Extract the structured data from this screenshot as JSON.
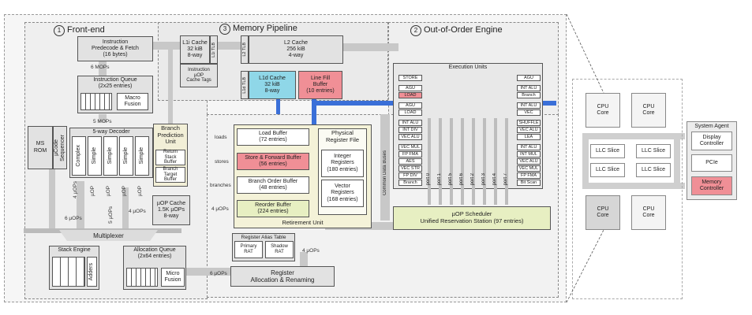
{
  "frontend": {
    "title": "Front-end",
    "num": "1",
    "predecode": "Instruction\nPredecode & Fetch\n(16 bytes)",
    "mops6": "6 MOPs",
    "iq": "Instruction Queue\n(2x25 entries)",
    "macro": "Macro\nFusion",
    "mops5": "5 MOPs",
    "decoder": "5-way Decoder",
    "complex": "Complex",
    "simple": "Simple",
    "ms_rom": "MS\nROM",
    "ucode": "µCode\nSequencer",
    "uop": "µOP",
    "uops_a": "4 µOPs",
    "uops_b": "5 µOPs",
    "uops_c": "6 µOPs",
    "uops_d": "4 µOPs",
    "uops_e": "6 µOPs",
    "bpu": "Branch\nPrediction\nUnit",
    "rsb": "Return Stack\nBuffer",
    "btb": "Branch\nTarget Buffer",
    "uopcache": "µOP Cache\n1.5K µOPs\n8-way",
    "mux": "Multiplexer",
    "stack": "Stack Engine",
    "adders": "Adders",
    "allocq": "Allocation Queue\n(2x64 entries)",
    "micro": "Micro\nFusion"
  },
  "memory": {
    "title": "Memory Pipeline",
    "num": "3",
    "l1i": "L1i Cache\n32 kiB\n8-way",
    "l1itlb": "L1i TLB",
    "uopcachetags": "Instruction\nµOP\nCache Tags",
    "l2tlb": "L2 TLB",
    "l2": "L2 Cache\n256 kiB\n4-way",
    "l1dtlb": "L1d TLB",
    "l1d": "L1d Cache\n32 kiB\n8-way",
    "lfb": "Line Fill\nBuffer\n(10 entries)",
    "loads": "loads",
    "stores": "stores",
    "branches": "branches",
    "uops4": "4 µOPs",
    "loadbuf": "Load Buffer\n(72 entries)",
    "sfb": "Store & Forward Buffer\n(56 entries)",
    "bob": "Branch Order Buffer\n(48 entries)",
    "rob": "Reorder Buffer\n(224 entries)",
    "prf": "Physical\nRegister File",
    "intreg": "Integer\nRegisters\n(180 entries)",
    "vecreg": "Vector\nRegisters\n(168 entries)",
    "retire": "Retirement Unit",
    "rat": "Register Alias Table",
    "primary": "Primary\nRAT",
    "shadow": "Shadow\nRAT",
    "uops4b": "4 µOPs",
    "uops6": "6 µOPs",
    "rename": "Register\nAllocation & Renaming"
  },
  "ooo": {
    "title": "Out-of-Order Engine",
    "num": "2",
    "exec": "Execution Units",
    "cdb": "Common Data Buses",
    "sched": "µOP Scheduler\nUnified Reservation Station (97 entries)",
    "ports": [
      "port 0",
      "port 1",
      "port 5",
      "port 6",
      "port 2",
      "port 3",
      "port 4",
      "port 7"
    ],
    "units_left": [
      "STORE",
      "AGU",
      "LOAD",
      "AGU",
      "LOAD",
      "INT ALU",
      "INT DIV",
      "VEC ALU",
      "VEC MUL",
      "FP FMA",
      "AES",
      "VEC STR",
      "FP DIV",
      "Branch"
    ],
    "units_right": [
      "AGU",
      "INT ALU",
      "Branch",
      "INT ALU",
      "VEC",
      "SHUFFLE",
      "VEC ALU",
      "LEA",
      "INT ALU",
      "INT MUL",
      "VEC ALU",
      "VEC MUL",
      "FP FMA",
      "Bit Scan"
    ]
  },
  "soc": {
    "cpu": "CPU\nCore",
    "llc": "LLC Slice",
    "agent": "System Agent",
    "display": "Display\nController",
    "pcie": "PCIe",
    "memctl": "Memory\nController"
  }
}
